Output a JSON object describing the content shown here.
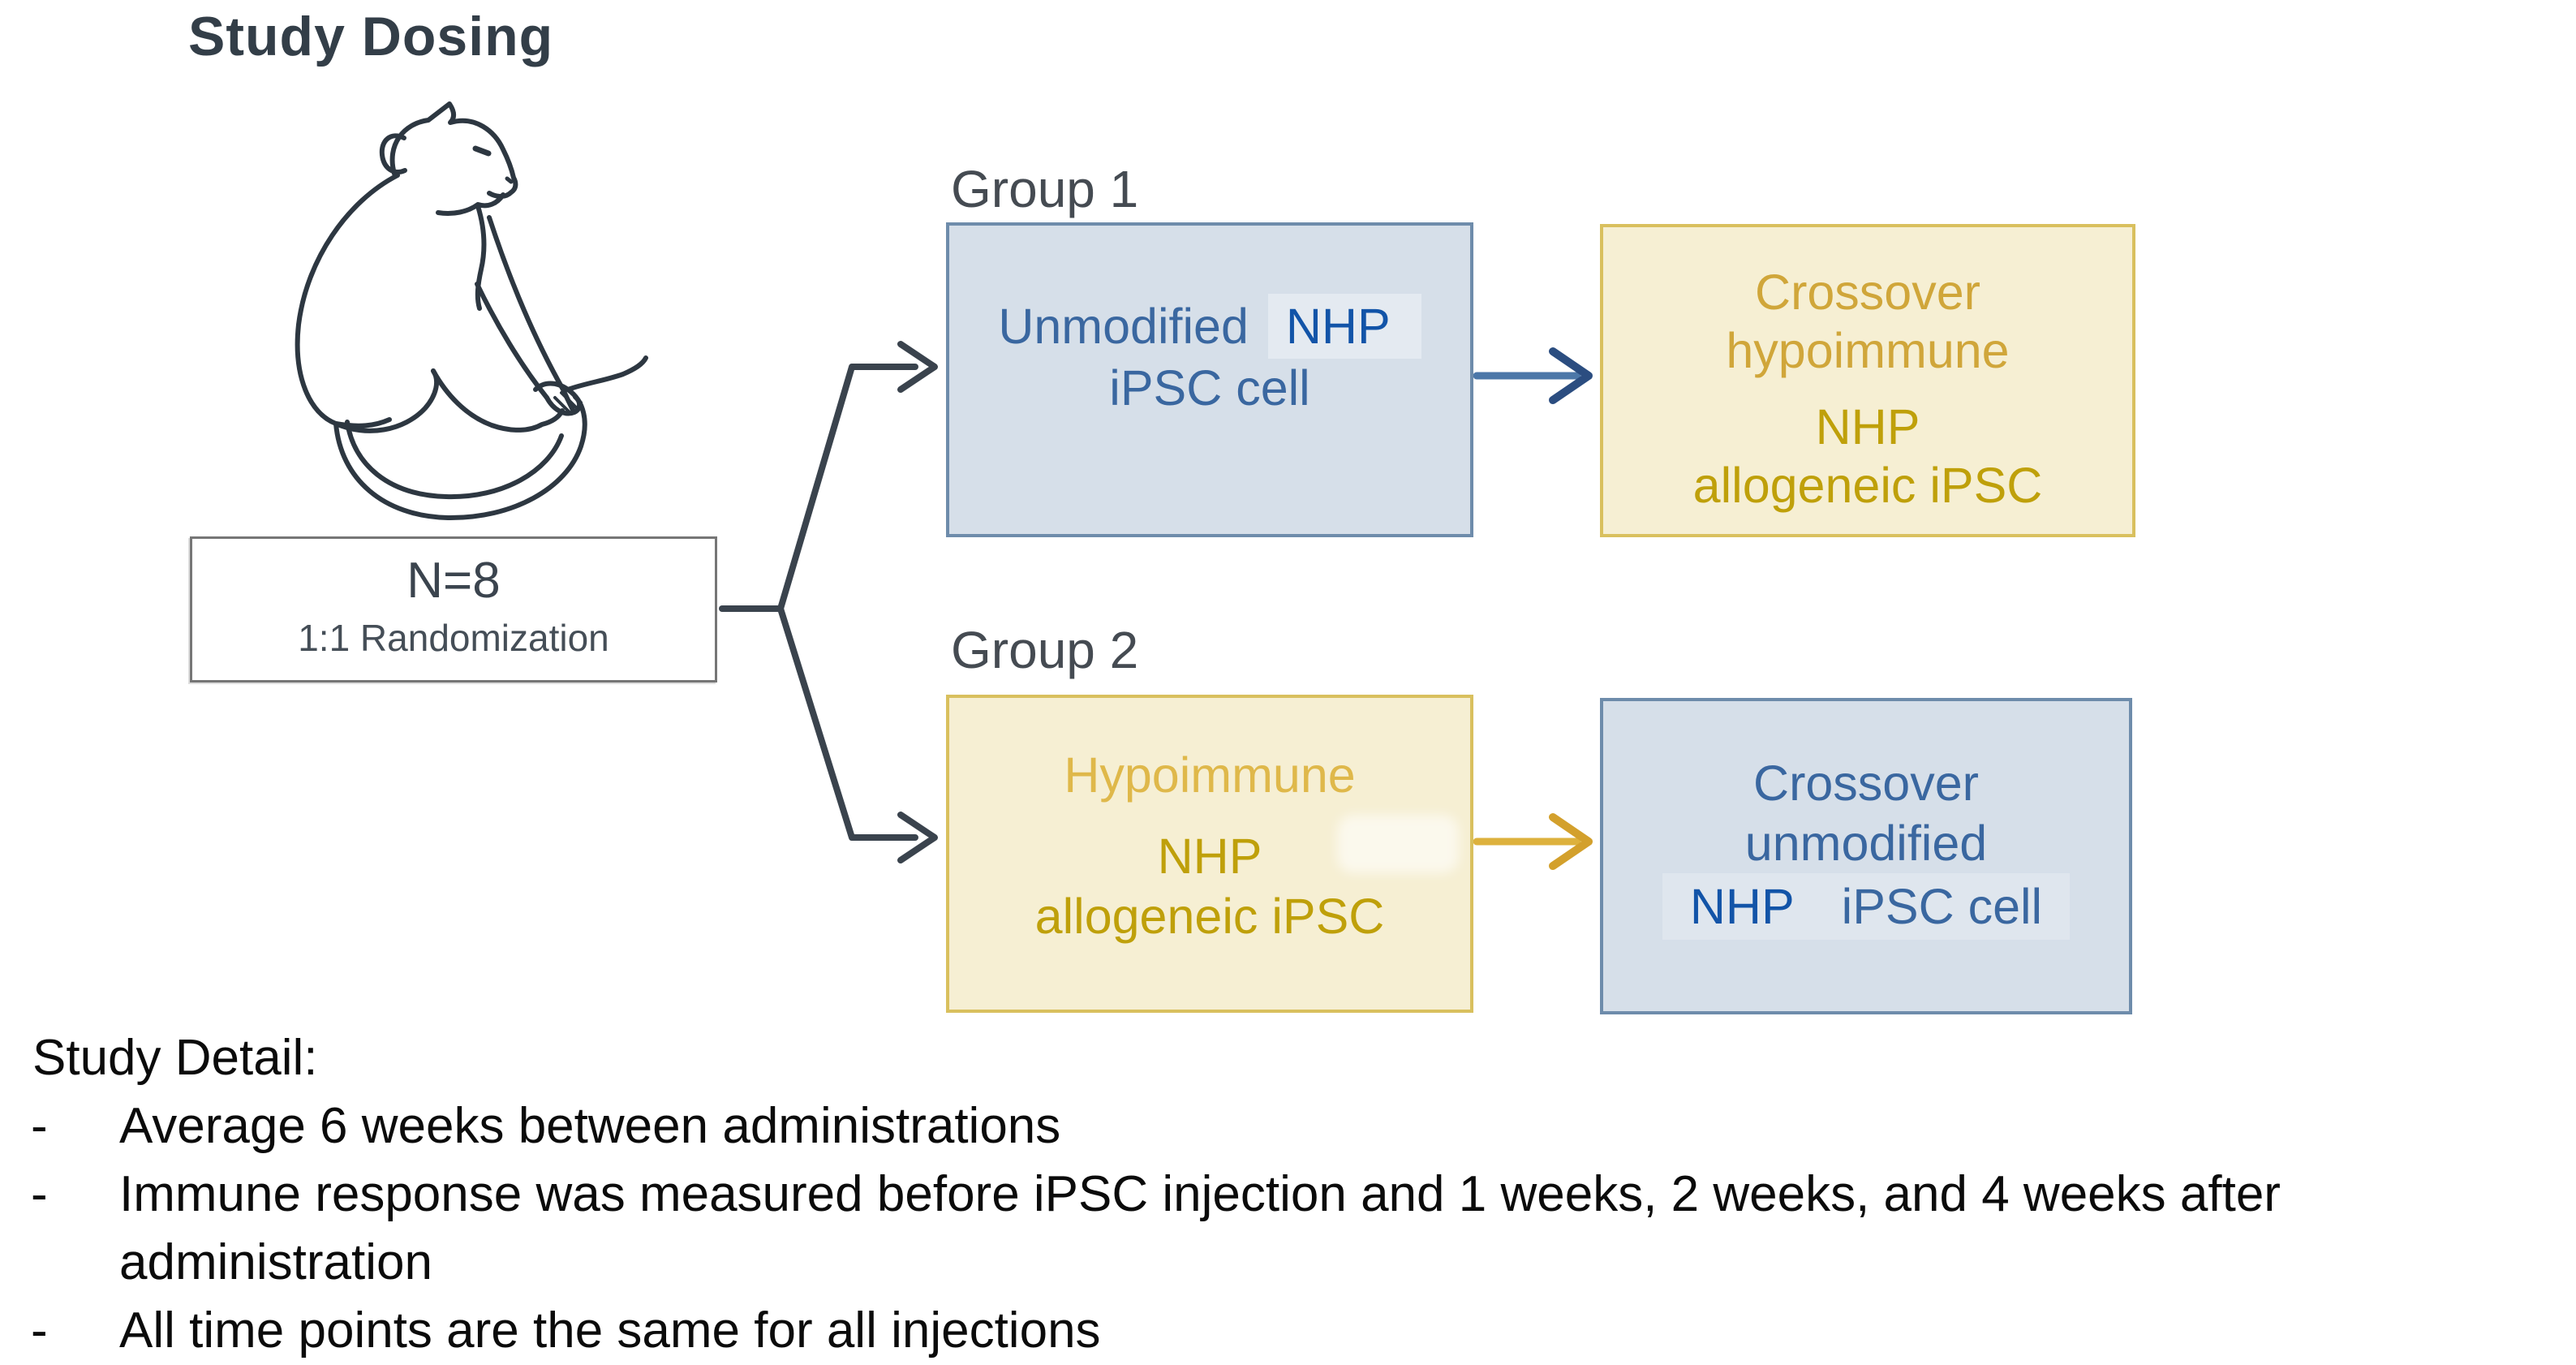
{
  "title": "Study Dosing",
  "monkey_icon": "cynomolgus-monkey-line-drawing",
  "randomization_box": {
    "n_label": "N=8",
    "sub_label": "1:1 Randomization"
  },
  "group1": {
    "label": "Group 1",
    "start_box": {
      "word_unmodified": "Unmodified",
      "word_nhp": "NHP",
      "line2": "iPSC cell"
    },
    "crossover_box": {
      "line1": "Crossover",
      "line2": "hypoimmune",
      "line3": "NHP",
      "line4": "allogeneic iPSC"
    }
  },
  "group2": {
    "label": "Group 2",
    "start_box": {
      "line1": "Hypoimmune",
      "line2": "NHP",
      "line3": "allogeneic iPSC"
    },
    "crossover_box": {
      "line1": "Crossover",
      "line2": "unmodified",
      "word_nhp": "NHP",
      "word_ipsc": "iPSC cell"
    }
  },
  "study_detail": {
    "heading": "Study Detail:",
    "bullet_marker": "-",
    "bullets": [
      "Average 6 weeks between administrations",
      "Immune response was measured before iPSC injection and 1 weeks, 2 weeks, and 4 weeks after administration",
      "All time points are the same for all injections"
    ]
  },
  "colors": {
    "title_text": "#333e48",
    "group_label_text": "#454b52",
    "steel_blue_text": "#3a67a0",
    "bright_blue_text": "#1254a8",
    "blue_box_fill": "#d6dfe9",
    "blue_box_border": "#6e8cab",
    "gold_text_muted": "#d0a63a",
    "gold_text_strong": "#bfa00a",
    "yellow_box_fill": "#f6efd3",
    "yellow_box_border": "#d9c05e",
    "connector_dark": "#3a434d",
    "arrow_blue_shaft": "#4c77a8",
    "arrow_blue_head": "#2b4d80",
    "arrow_gold_shaft": "#ddb13d",
    "arrow_gold_head": "#d3a02c",
    "rand_box_border": "#767676"
  }
}
